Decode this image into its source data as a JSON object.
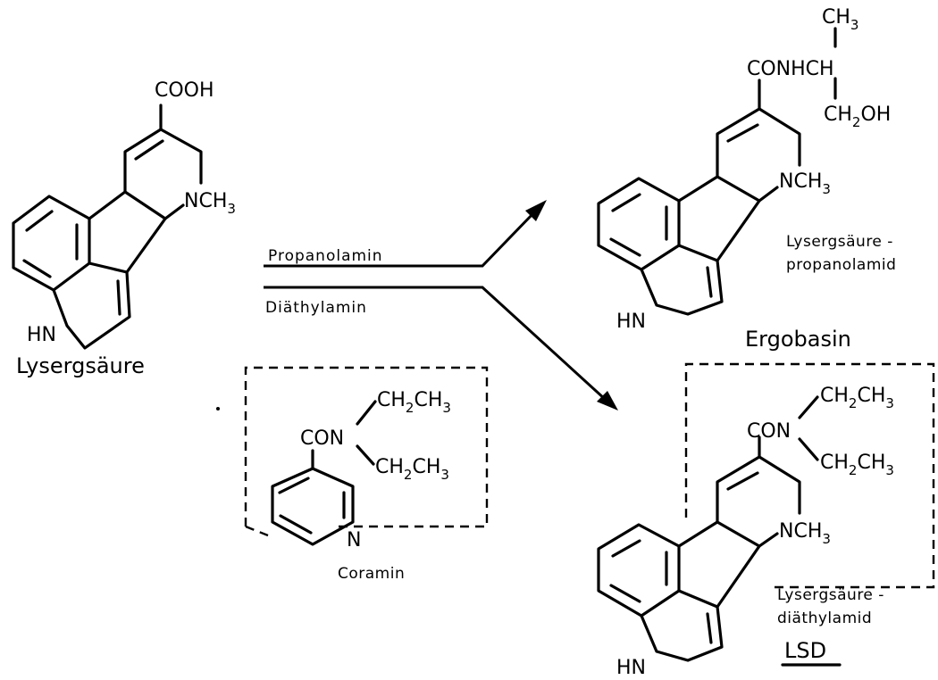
{
  "lysergic": {
    "cooh": "COOH",
    "nch3": "NCH",
    "sub3": "3",
    "hn": "HN",
    "name": "Lysergsäure"
  },
  "reagents": {
    "top": "Propanolamin",
    "bottom": "Diäthylamin"
  },
  "coramin": {
    "ch2": "CH",
    "ch3": "CH",
    "sub2": "2",
    "sub3": "3",
    "con": "CON",
    "n": "N",
    "name": "Coramin"
  },
  "ergobasin": {
    "ch3": "CH",
    "sub3": "3",
    "con": "CONHCH",
    "ch2oh_a": "CH",
    "sub2": "2",
    "ch2oh_b": "OH",
    "nch3": "NCH",
    "hn": "HN",
    "label1": "Lysergsäure -",
    "label2": "propanolamid",
    "name": "Ergobasin"
  },
  "lsd": {
    "ch2": "CH",
    "ch3": "CH",
    "sub2": "2",
    "sub3": "3",
    "con": "CON",
    "nch3": "NCH",
    "hn": "HN",
    "label1": "Lysergsäure -",
    "label2": "diäthylamid",
    "name": "LSD"
  }
}
